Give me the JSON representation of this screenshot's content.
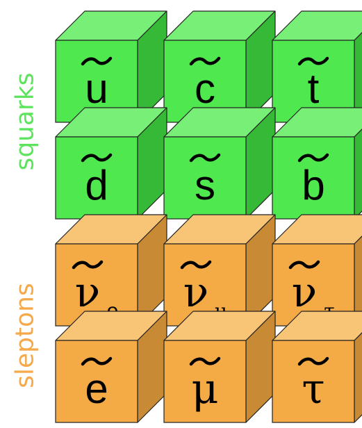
{
  "groups": [
    {
      "label": "squarks",
      "label_color": "#5ee35e",
      "front_color": "#4fe84f",
      "top_color": "#78f078",
      "side_color": "#36b936",
      "rows": [
        [
          {
            "symbol": "u",
            "subscript": "",
            "greek": false
          },
          {
            "symbol": "c",
            "subscript": "",
            "greek": false
          },
          {
            "symbol": "t",
            "subscript": "",
            "greek": false
          }
        ],
        [
          {
            "symbol": "d",
            "subscript": "",
            "greek": false
          },
          {
            "symbol": "s",
            "subscript": "",
            "greek": false
          },
          {
            "symbol": "b",
            "subscript": "",
            "greek": false
          }
        ]
      ]
    },
    {
      "label": "sleptons",
      "label_color": "#f5a94a",
      "front_color": "#f4aa45",
      "top_color": "#f8c476",
      "side_color": "#c98a35",
      "rows": [
        [
          {
            "symbol": "ν",
            "subscript": "e",
            "greek": true
          },
          {
            "symbol": "ν",
            "subscript": "μ",
            "greek": true
          },
          {
            "symbol": "ν",
            "subscript": "τ",
            "greek": true
          }
        ],
        [
          {
            "symbol": "e",
            "subscript": "",
            "greek": false
          },
          {
            "symbol": "μ",
            "subscript": "",
            "greek": true
          },
          {
            "symbol": "τ",
            "subscript": "",
            "greek": true
          }
        ]
      ]
    }
  ]
}
